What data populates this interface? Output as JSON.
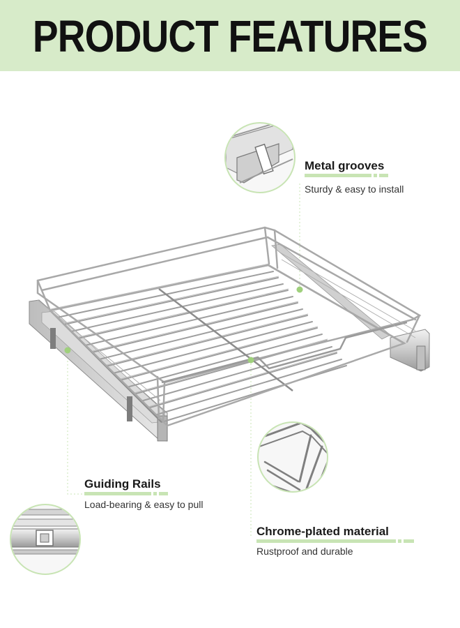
{
  "banner": {
    "title": "PRODUCT FEATURES",
    "color": "#d7ebc9"
  },
  "accent_color": "#9fd07c",
  "features": [
    {
      "title": "Metal grooves",
      "description": "Sturdy & easy to install"
    },
    {
      "title": "Guiding Rails",
      "description": "Load-bearing & easy to pull"
    },
    {
      "title": "Chrome-plated material",
      "description": "Rustproof and durable"
    }
  ]
}
